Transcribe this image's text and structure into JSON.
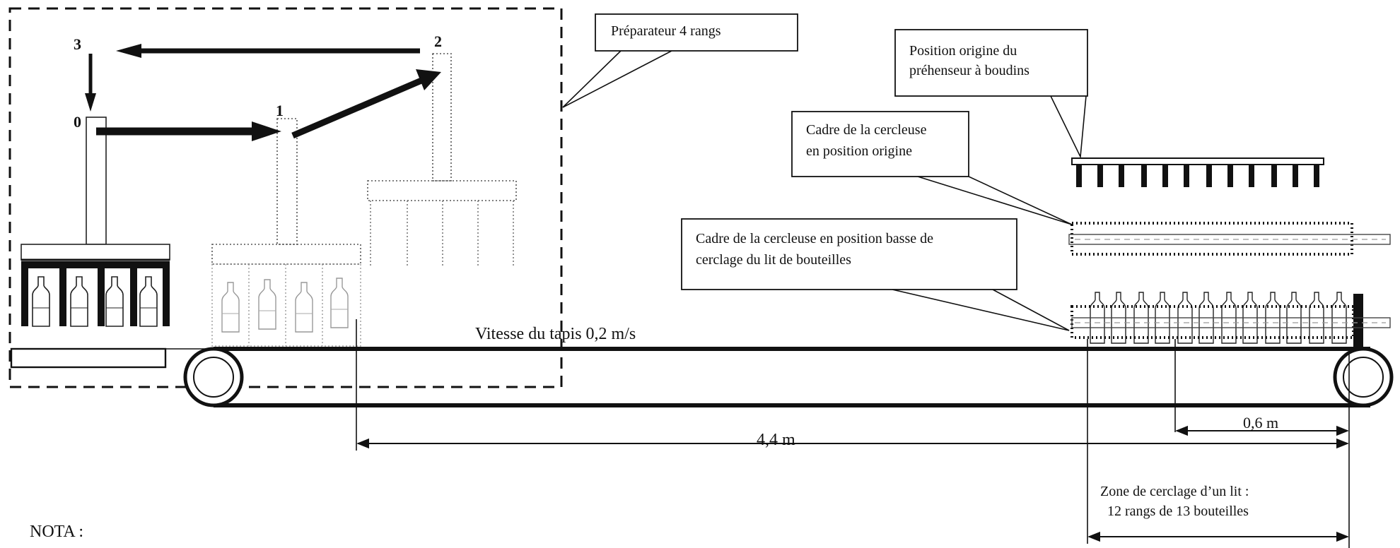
{
  "callouts": {
    "preparateur": "Préparateur 4 rangs",
    "position_origine_line1": "Position origine du",
    "position_origine_line2": "préhenseur à boudins",
    "cadre_origine_line1": "Cadre de la cercleuse",
    "cadre_origine_line2": "en position origine",
    "cadre_basse_line1": "Cadre de la cercleuse en position basse de",
    "cadre_basse_line2": "cerclage du lit de bouteilles"
  },
  "positions": {
    "p0": "0",
    "p1": "1",
    "p2": "2",
    "p3": "3"
  },
  "conveyor": {
    "speed_label": "Vitesse du tapis 0,2 m/s"
  },
  "dimensions": {
    "long_label": "4,4 m",
    "short_label": "0,6 m",
    "zone_line1": "Zone de cerclage d’un lit :",
    "zone_line2": "12 rangs de 13 bouteilles"
  },
  "footer": {
    "nota": "NOTA :"
  }
}
